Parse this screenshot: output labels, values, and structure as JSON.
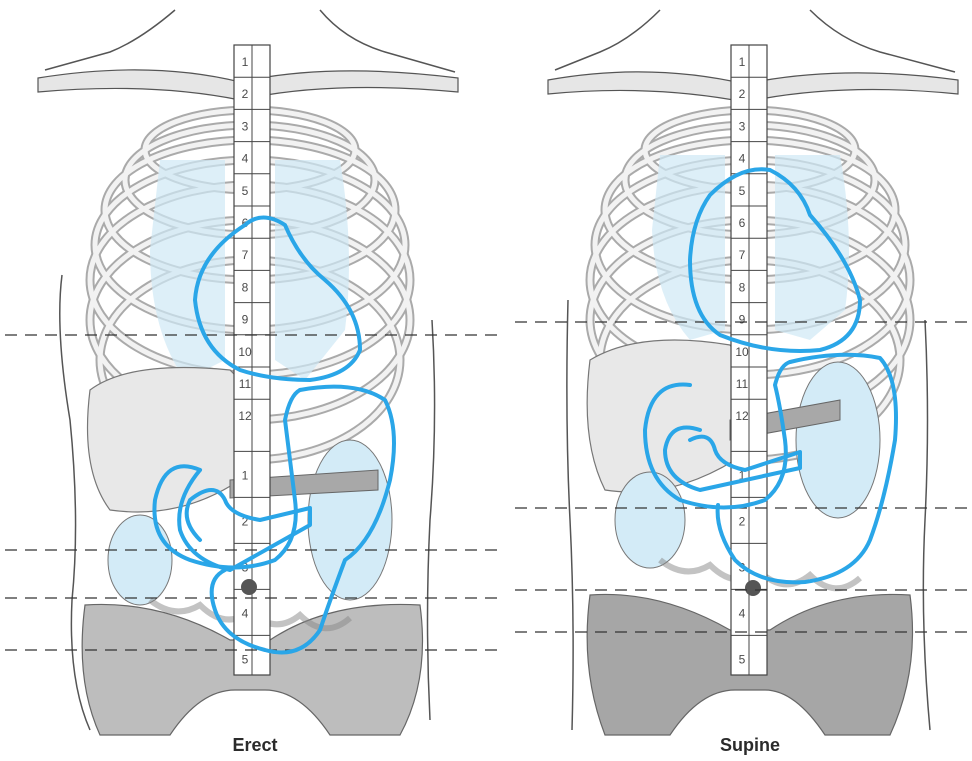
{
  "captions": {
    "erect": "Erect",
    "supine": "Supine"
  },
  "vertebra_labels": {
    "thoracic": [
      "1",
      "2",
      "3",
      "4",
      "5",
      "6",
      "7",
      "8",
      "9",
      "10",
      "11",
      "12"
    ],
    "lumbar": [
      "1",
      "2",
      "3",
      "4",
      "5"
    ]
  },
  "colors": {
    "outline": "#2aa6e8",
    "lung_fill": "#cfe8f5",
    "organ_fill": "#d3ebf7",
    "bone": "#d6d6d6",
    "bone_stroke": "#555555",
    "pelvis_erect": "#bdbdbd",
    "pelvis_supine": "#a6a6a6",
    "level_line": "#333333"
  }
}
